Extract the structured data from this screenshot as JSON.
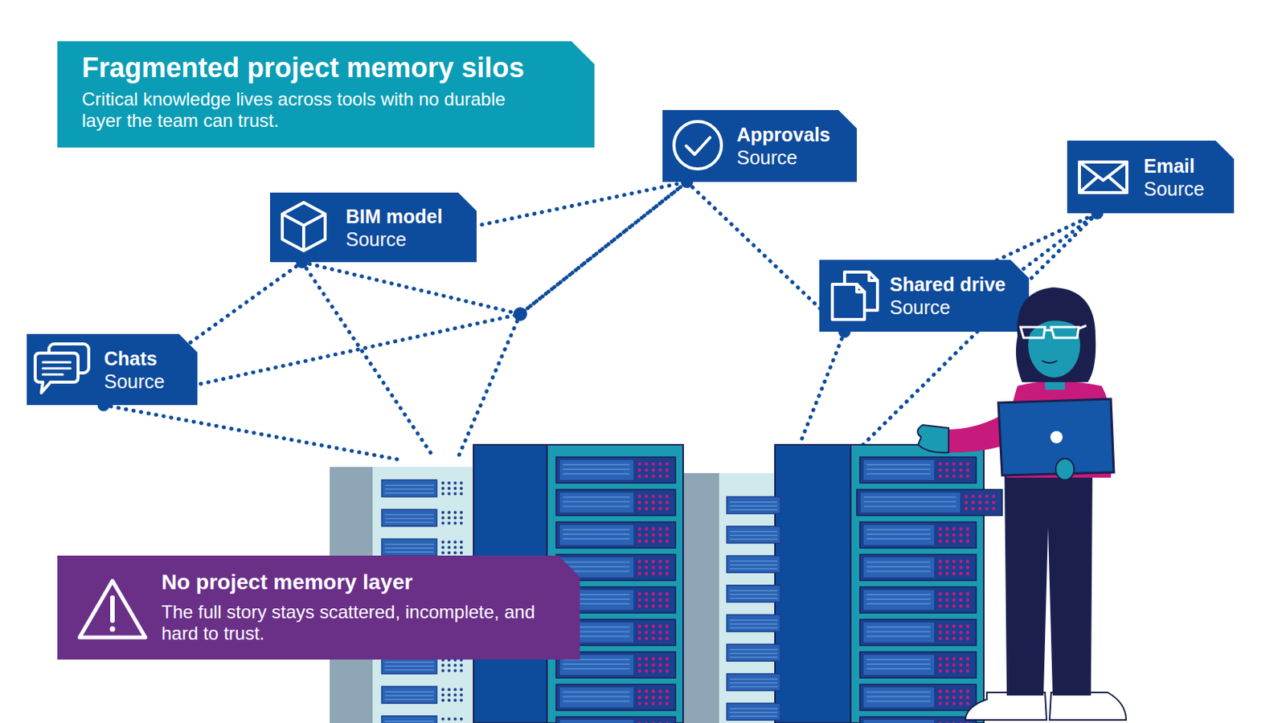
{
  "diagram": {
    "nodes": [
      {
        "text": [
          "Fragmented project memory silos",
          "Critical knowledge lives across tools with no durable layer the team can trust."
        ]
      },
      {
        "text": [
          "Approvals",
          "Source"
        ]
      },
      {
        "text": [
          "Email",
          "Source"
        ]
      },
      {
        "text": [
          "BIM model",
          "Source"
        ]
      },
      {
        "text": [
          "Shared drive",
          "Source"
        ]
      },
      {
        "text": [
          "Chats",
          "Source"
        ]
      },
      {
        "text": [
          "No project memory layer",
          "The full story stays scattered, incomplete, and hard to trust."
        ]
      }
    ],
    "edges": [
      {
        "from": 5,
        "to": 3,
        "arrow": "none"
      },
      {
        "from": 5,
        "to": 1,
        "arrow": "none"
      },
      {
        "from": 3,
        "to": 1,
        "arrow": "none"
      },
      {
        "from": 3,
        "to": 1,
        "arrow": "none"
      },
      {
        "from": 1,
        "to": 4,
        "arrow": "none"
      },
      {
        "from": 4,
        "to": 2,
        "arrow": "none"
      }
    ]
  }
}
